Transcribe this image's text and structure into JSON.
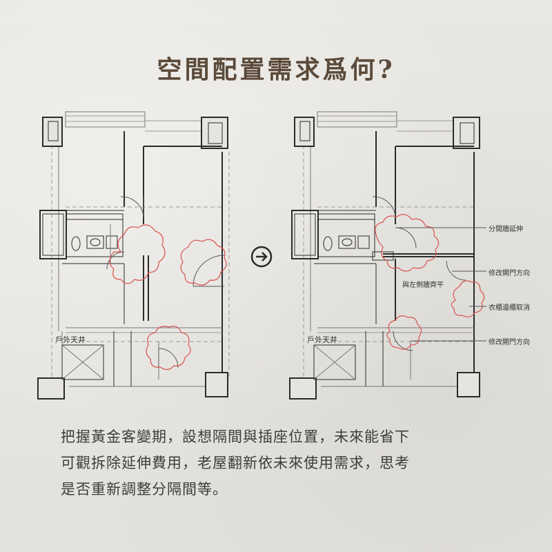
{
  "title": "空間配置需求爲何?",
  "left_plan": {
    "courtyard_label": "戶外天井"
  },
  "right_plan": {
    "courtyard_label": "戶外天井",
    "annotations": [
      "分間牆延伸",
      "修改開門方向",
      "與左側牆齊平",
      "衣櫃邊櫃取消",
      "修改開門方向"
    ]
  },
  "icons": {
    "transition": "arrow-right-circle-icon"
  },
  "body_lines": [
    "把握黃金客變期，設想隔間與插座位置，未來能省下",
    "可觀拆除延伸費用，老屋翻新依未來使用需求，思考",
    "是否重新調整分隔間等。"
  ],
  "colors": {
    "title": "#5b4a3a",
    "wall": "#2a2a2a",
    "revision_cloud": "#d9534f",
    "background": "#e6e4df"
  }
}
